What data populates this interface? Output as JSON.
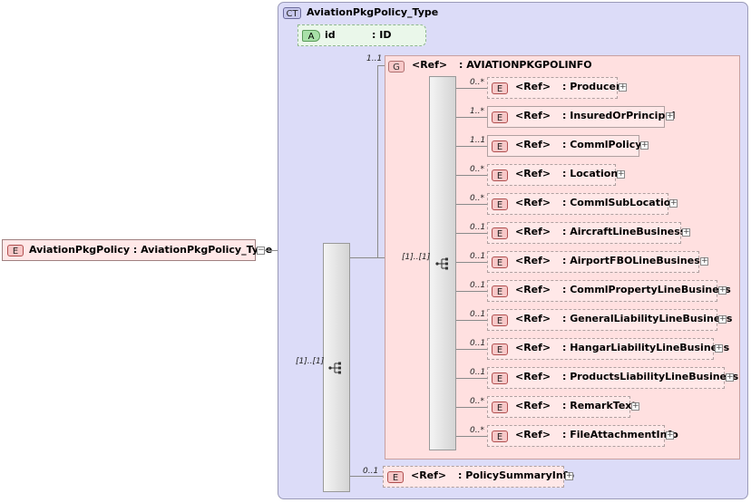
{
  "root": {
    "badge": "E",
    "label": "AviationPkgPolicy : AviationPkgPolicy_Type"
  },
  "complex_type": {
    "badge": "CT",
    "title": "AviationPkgPolicy_Type"
  },
  "attribute": {
    "badge": "A",
    "name": "id",
    "type": ": ID"
  },
  "group": {
    "badge": "G",
    "ref": "<Ref>",
    "name": ": AVIATIONPKGPOLINFO",
    "cardinality": "1..1"
  },
  "outer_sequence": {
    "cardinality": "[1]..[1]"
  },
  "inner_sequence": {
    "cardinality": "[1]..[1]"
  },
  "elements": [
    {
      "card": "0..*",
      "ref": "<Ref>",
      "name": ": Producer"
    },
    {
      "card": "1..*",
      "ref": "<Ref>",
      "name": ": InsuredOrPrincipal"
    },
    {
      "card": "1..1",
      "ref": "<Ref>",
      "name": ": CommlPolicy"
    },
    {
      "card": "0..*",
      "ref": "<Ref>",
      "name": ": Location"
    },
    {
      "card": "0..*",
      "ref": "<Ref>",
      "name": ": CommlSubLocation"
    },
    {
      "card": "0..1",
      "ref": "<Ref>",
      "name": ": AircraftLineBusiness"
    },
    {
      "card": "0..1",
      "ref": "<Ref>",
      "name": ": AirportFBOLineBusiness"
    },
    {
      "card": "0..1",
      "ref": "<Ref>",
      "name": ": CommlPropertyLineBusiness"
    },
    {
      "card": "0..1",
      "ref": "<Ref>",
      "name": ": GeneralLiabilityLineBusiness"
    },
    {
      "card": "0..1",
      "ref": "<Ref>",
      "name": ": HangarLiabilityLineBusiness"
    },
    {
      "card": "0..1",
      "ref": "<Ref>",
      "name": ": ProductsLiabilityLineBusiness"
    },
    {
      "card": "0..*",
      "ref": "<Ref>",
      "name": ": RemarkText"
    },
    {
      "card": "0..*",
      "ref": "<Ref>",
      "name": ": FileAttachmentInfo"
    }
  ],
  "summary": {
    "card": "0..1",
    "ref": "<Ref>",
    "name": ": PolicySummaryInfo"
  },
  "badge_e": "E",
  "expand_glyph": "+",
  "collapse_glyph": "−"
}
